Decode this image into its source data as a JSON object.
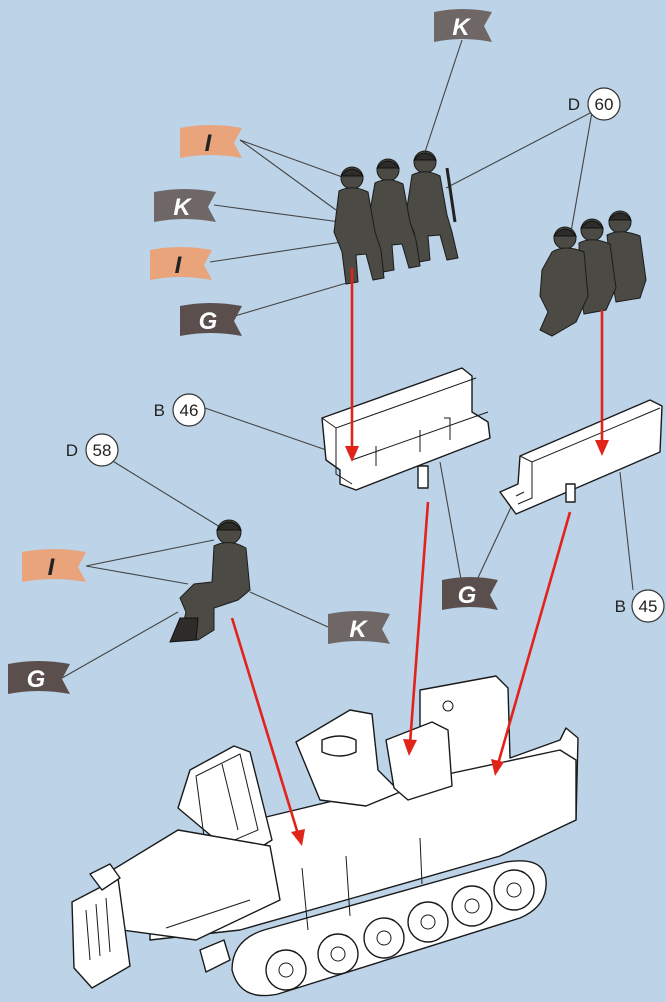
{
  "colors": {
    "background": "#bcd3e8",
    "flag_dark": "#5b4f4e",
    "flag_dark_alt": "#6e6766",
    "flag_skin": "#e9a47c",
    "arrow": "#e2231a",
    "uniform": "#4b4a45"
  },
  "flags": [
    {
      "id": "flag-k-top",
      "label": "K",
      "color": "gray"
    },
    {
      "id": "flag-i-1",
      "label": "I",
      "color": "skin"
    },
    {
      "id": "flag-k-2",
      "label": "K",
      "color": "gray"
    },
    {
      "id": "flag-i-3",
      "label": "I",
      "color": "skin"
    },
    {
      "id": "flag-g-4",
      "label": "G",
      "color": "dark"
    },
    {
      "id": "flag-i-left",
      "label": "I",
      "color": "skin"
    },
    {
      "id": "flag-g-left",
      "label": "G",
      "color": "dark"
    },
    {
      "id": "flag-k-mid",
      "label": "K",
      "color": "gray"
    },
    {
      "id": "flag-g-mid",
      "label": "G",
      "color": "dark"
    }
  ],
  "parts": [
    {
      "id": "part-d60",
      "prefix": "D",
      "number": "60"
    },
    {
      "id": "part-b46",
      "prefix": "B",
      "number": "46"
    },
    {
      "id": "part-d58",
      "prefix": "D",
      "number": "58"
    },
    {
      "id": "part-b45",
      "prefix": "B",
      "number": "45"
    }
  ]
}
